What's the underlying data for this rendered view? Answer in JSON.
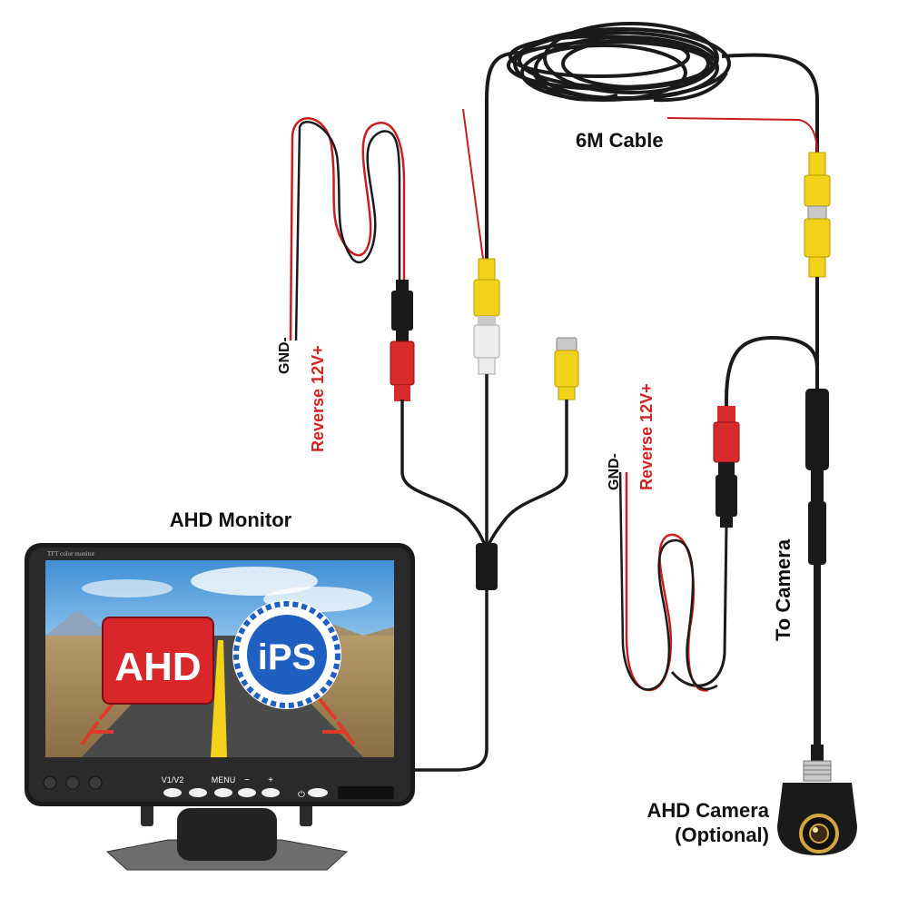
{
  "labels": {
    "ahd_monitor": "AHD Monitor",
    "cable": "6M Cable",
    "to_camera": "To Camera",
    "camera_line1": "AHD Camera",
    "camera_line2": "(Optional)",
    "gnd_left": "GND-",
    "reverse_left": "Reverse 12V+",
    "gnd_right": "GND-",
    "reverse_right": "Reverse 12V+"
  },
  "monitor": {
    "bezel_text": "TFT color monitor",
    "ahd_badge": "AHD",
    "ips_badge": "iPS",
    "buttons": [
      "V1/V2",
      "MENU",
      "−",
      "+"
    ],
    "power_symbol": "⏻"
  },
  "colors": {
    "wire_red": "#c81e1e",
    "wire_black": "#1a1a1a",
    "rca_yellow": "#f2d21b",
    "rca_red": "#d92a2a",
    "ahd_red": "#d9262b",
    "ips_blue": "#1f5fbf",
    "label_red": "#d32020"
  }
}
